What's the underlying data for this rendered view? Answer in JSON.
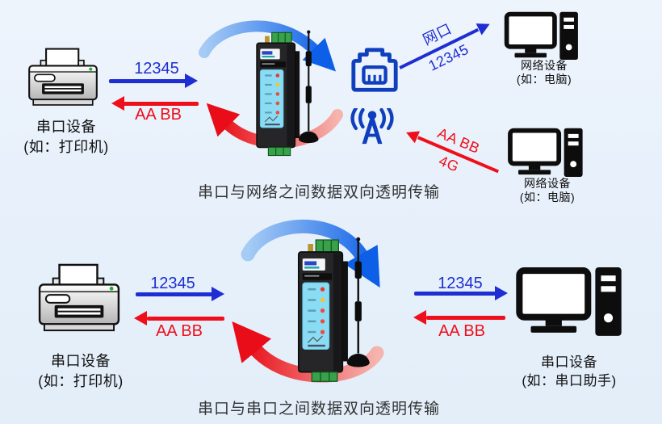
{
  "colors": {
    "background": "#e8f1fb",
    "arrow_blue": "#1e2ed2",
    "arrow_red": "#ee0f1b",
    "icon_blue": "#0f3fbd",
    "caption_text": "#333333",
    "curve_blue_end": "#0d5fe8",
    "curve_red_end": "#e80d18"
  },
  "icons": {
    "printer": "printer-icon",
    "desktop_computer": "desktop-pc-icon",
    "ethernet_port": "rj45-port-icon",
    "cellular_antenna": "signal-tower-icon",
    "gateway_device": "dtu-device-photo",
    "curved_arrows": "bidirectional-loop-arrows"
  },
  "top": {
    "printer": {
      "title": "串口设备",
      "subtitle": "(如：打印机)"
    },
    "uplink": "12345",
    "downlink": "AA BB",
    "lan": {
      "label": "网口",
      "value": "12345"
    },
    "wwan": {
      "value": "AA BB",
      "label": "4G"
    },
    "pc1": {
      "title": "网络设备",
      "subtitle": "(如：电脑)"
    },
    "pc2": {
      "title": "网络设备",
      "subtitle": "(如：电脑)"
    },
    "caption": "串口与网络之间数据双向透明传输"
  },
  "bottom": {
    "printer": {
      "title": "串口设备",
      "subtitle": "(如：打印机)"
    },
    "left": {
      "send": "12345",
      "recv": "AA BB"
    },
    "right": {
      "send": "12345",
      "recv": "AA BB"
    },
    "pc": {
      "title": "串口设备",
      "subtitle": "(如：串口助手)"
    },
    "caption": "串口与串口之间数据双向透明传输"
  }
}
